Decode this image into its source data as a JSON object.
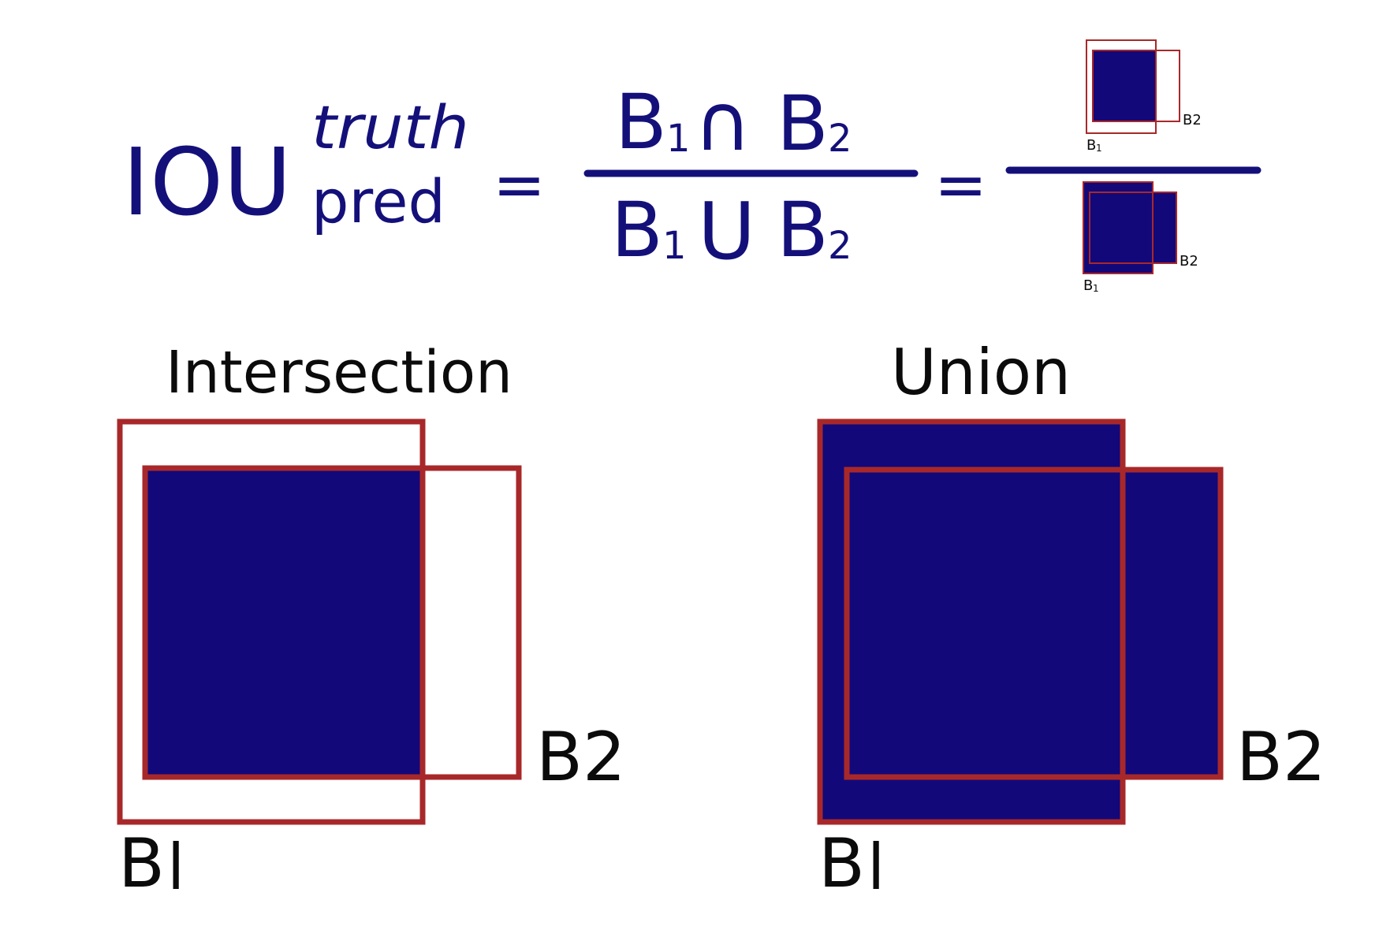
{
  "formula": {
    "lhs_main": "IOU",
    "lhs_super": "truth",
    "lhs_sub": "pred",
    "equals_1": "=",
    "numerator_b1": "B",
    "numerator_b1_sub": "1",
    "numerator_op": "∩",
    "numerator_b2": "B",
    "numerator_b2_sub": "2",
    "denominator_b1": "B",
    "denominator_b1_sub": "1",
    "denominator_op": "U",
    "denominator_b2": "B",
    "denominator_b2_sub": "2",
    "equals_2": "=",
    "mini_top_b1": "B",
    "mini_top_b1_sub": "1",
    "mini_top_b2": "B2",
    "mini_bottom_b1": "B",
    "mini_bottom_b1_sub": "1",
    "mini_bottom_b2": "B2"
  },
  "intersection_panel": {
    "title": "Intersection",
    "label_b1": "B",
    "label_b1_sub": "l",
    "label_b2": "B2"
  },
  "union_panel": {
    "title": "Union",
    "label_b1": "B",
    "label_b1_sub": "l",
    "label_b2": "B2"
  },
  "colors": {
    "fill": "#12087a",
    "box_outline": "#a8282a",
    "formula_ink": "#14107a",
    "label_ink": "#0b0b0b"
  }
}
